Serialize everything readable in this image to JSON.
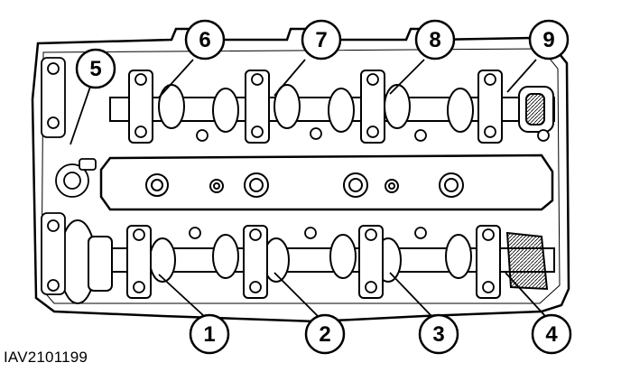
{
  "figure_id": "IAV2101199",
  "callouts": [
    "1",
    "2",
    "3",
    "4",
    "5",
    "6",
    "7",
    "8",
    "9"
  ],
  "colors": {
    "ink": "#000000",
    "paper": "#ffffff",
    "shade": "#555555"
  }
}
